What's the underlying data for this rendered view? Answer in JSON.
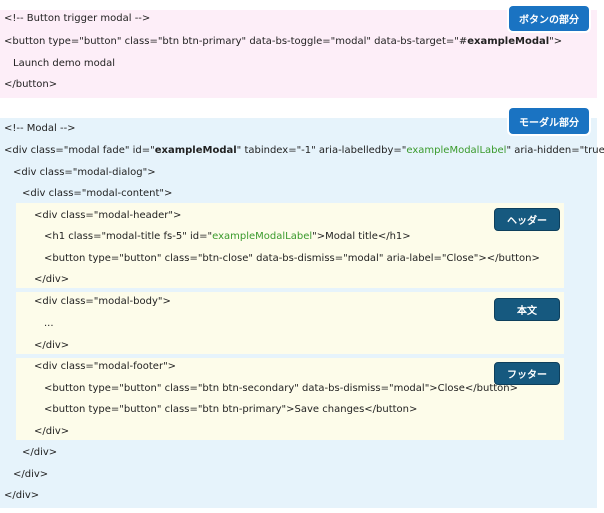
{
  "button_section": {
    "badge": "ボタンの部分",
    "lines": {
      "comment": "<!-- Button trigger modal -->",
      "open_a": "<button type=\"button\" class=\"btn btn-primary\" data-bs-toggle=\"modal\" data-bs-target=\"#",
      "open_bold": "exampleModal",
      "open_c": "\">",
      "text": "Launch demo modal",
      "close": "</button>"
    }
  },
  "modal_section": {
    "badge": "モーダル部分",
    "lines": {
      "comment": "<!-- Modal -->",
      "div_a": "<div class=\"modal fade\" id=\"",
      "div_bold": "exampleModal",
      "div_c": "\" tabindex=\"-1\" aria-labelledby=\"",
      "div_hl": "exampleModalLabel",
      "div_e": "\" aria-hidden=\"true\">",
      "dialog_open": "<div class=\"modal-dialog\">",
      "content_open": "<div class=\"modal-content\">",
      "dialog_close": "</div>",
      "content_close": "</div>",
      "modal_close": "</div>"
    }
  },
  "header_section": {
    "badge": "ヘッダー",
    "lines": {
      "open": "<div class=\"modal-header\">",
      "h1_a": "<h1 class=\"modal-title fs-5\" id=\"",
      "h1_hl": "exampleModalLabel",
      "h1_c": "\">Modal title</h1>",
      "button": "<button type=\"button\" class=\"btn-close\" data-bs-dismiss=\"modal\" aria-label=\"Close\"></button>",
      "close": "</div>"
    }
  },
  "body_section": {
    "badge": "本文",
    "lines": {
      "open": "<div class=\"modal-body\">",
      "ellipsis": "...",
      "close": "</div>"
    }
  },
  "footer_section": {
    "badge": "フッター",
    "lines": {
      "open": "<div class=\"modal-footer\">",
      "btn_secondary": "<button type=\"button\" class=\"btn btn-secondary\" data-bs-dismiss=\"modal\">Close</button>",
      "btn_primary": "<button type=\"button\" class=\"btn btn-primary\">Save changes</button>",
      "close": "</div>"
    }
  },
  "colors": {
    "pink_bg": "#fdeef8",
    "blue_bg": "#e6f3fb",
    "inner_bg": "#fdfcea",
    "highlight": "#3a9a2c",
    "badge_blue": "#1a73c2",
    "badge_dark": "#16597f"
  }
}
